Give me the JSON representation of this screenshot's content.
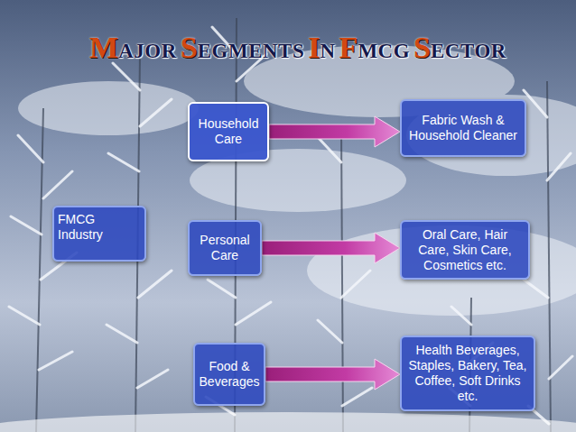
{
  "diagram": {
    "title": "MAJOR SEGMENTS IN FMCG SECTOR",
    "nodes": [
      {
        "text": [
          "FMCG Industry"
        ]
      },
      {
        "text": [
          "Household Care"
        ]
      },
      {
        "text": [
          "Personal Care"
        ]
      },
      {
        "text": [
          "Food & Beverages"
        ]
      },
      {
        "text": [
          "Fabric Wash & Household Cleaner"
        ]
      },
      {
        "text": [
          "Oral Care, Hair Care, Skin Care, Cosmetics etc."
        ]
      },
      {
        "text": [
          "Health Beverages, Staples, Bakery, Tea, Coffee, Soft Drinks etc."
        ]
      }
    ],
    "edges": [
      {
        "from": 1,
        "to": 4,
        "arrow": "to"
      },
      {
        "from": 2,
        "to": 5,
        "arrow": "to"
      },
      {
        "from": 3,
        "to": 6,
        "arrow": "to"
      }
    ]
  }
}
